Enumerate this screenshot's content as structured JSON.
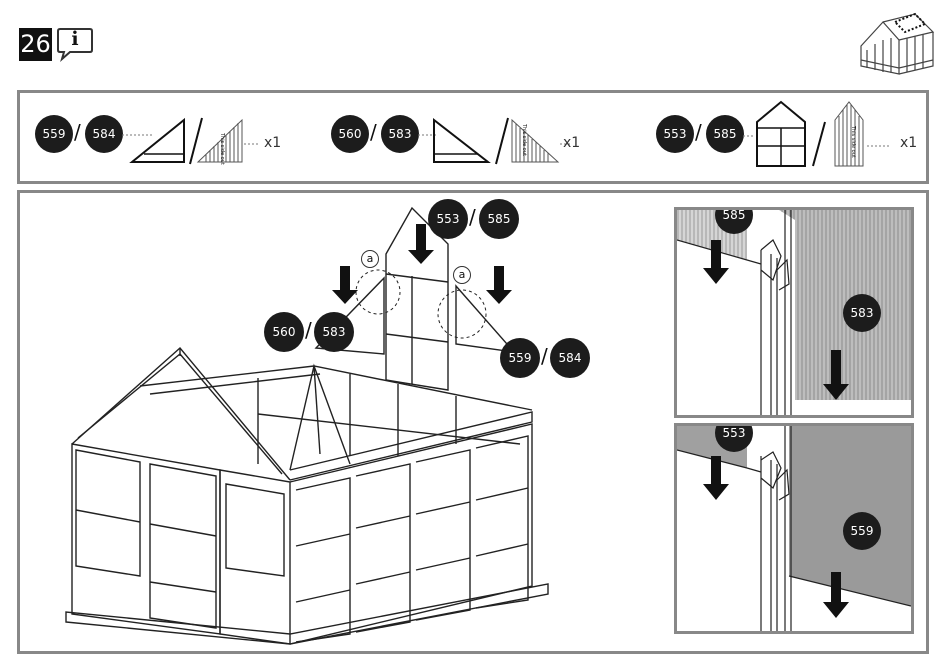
{
  "step": {
    "number": "26",
    "info_glyph": "i"
  },
  "parts": [
    {
      "left_code": "559",
      "right_code": "584",
      "side_text": "This side out",
      "qty": "x1"
    },
    {
      "left_code": "560",
      "right_code": "583",
      "side_text": "This side out",
      "qty": "x1"
    },
    {
      "left_code": "553",
      "right_code": "585",
      "side_text": "This side out",
      "qty": "x1"
    }
  ],
  "main": {
    "top_label": {
      "left": "553",
      "right": "585"
    },
    "left_label": {
      "left": "560",
      "right": "583"
    },
    "right_label": {
      "left": "559",
      "right": "584"
    },
    "detail_marker": "a",
    "slash": "/"
  },
  "details": {
    "top": {
      "panel_a": "585",
      "panel_b": "583"
    },
    "bottom": {
      "panel_a": "553",
      "panel_b": "559"
    }
  },
  "colors": {
    "badge": "#1c1c1c",
    "frame": "#888888",
    "panel_fill": "#9a9a9a"
  }
}
